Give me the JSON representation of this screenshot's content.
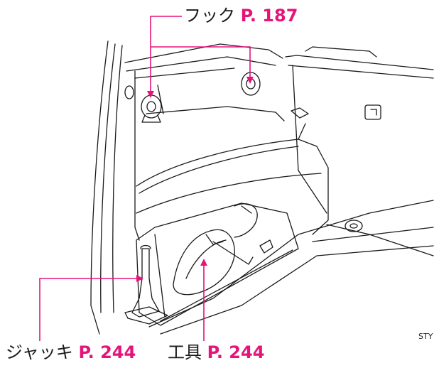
{
  "callouts": {
    "hook": {
      "label": "フック",
      "page_ref": "P. 187"
    },
    "jack": {
      "label": "ジャッキ",
      "page_ref": "P. 244"
    },
    "tools": {
      "label": "工具",
      "page_ref": "P. 244"
    }
  },
  "figure_code": "STY",
  "colors": {
    "page_ref": "#e5137a",
    "leader_line": "#e5137a",
    "drawing": "#1a1a1a"
  },
  "icon_names": [
    "hook-icon",
    "jack-icon",
    "tool-bag-icon",
    "tie-down-ring-icon"
  ]
}
